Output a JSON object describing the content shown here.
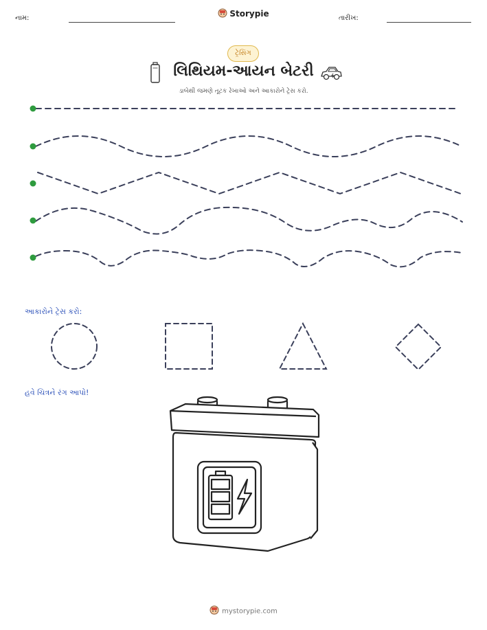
{
  "header": {
    "name_label": "નામ:",
    "date_label": "તારીખ:",
    "brand": "Storypie"
  },
  "badge": "ટ્રેસિંગ",
  "title": "લિથિયમ-આયન બેટરી",
  "subtitle": "ડાબેથી જમણે તૂટક રેખાઓ અને આકારોને ટ્રેસ કરો.",
  "shapes_heading": "આકારોને ટ્રેસ કરો:",
  "shapes": [
    "circle",
    "square",
    "triangle",
    "diamond"
  ],
  "color_heading": "હવે ચિત્રને રંગ આપો!",
  "footer": "mystorypie.com",
  "icons": [
    "battery-icon",
    "car-icon",
    "storypie-logo-icon"
  ],
  "colors": {
    "start_dot": "#2e9b3e",
    "dash": "#3a3f5a",
    "heading": "#2a4fb8",
    "badge_border": "#e0b84c",
    "badge_fill": "#fdf3d3",
    "badge_text": "#c07a16"
  }
}
